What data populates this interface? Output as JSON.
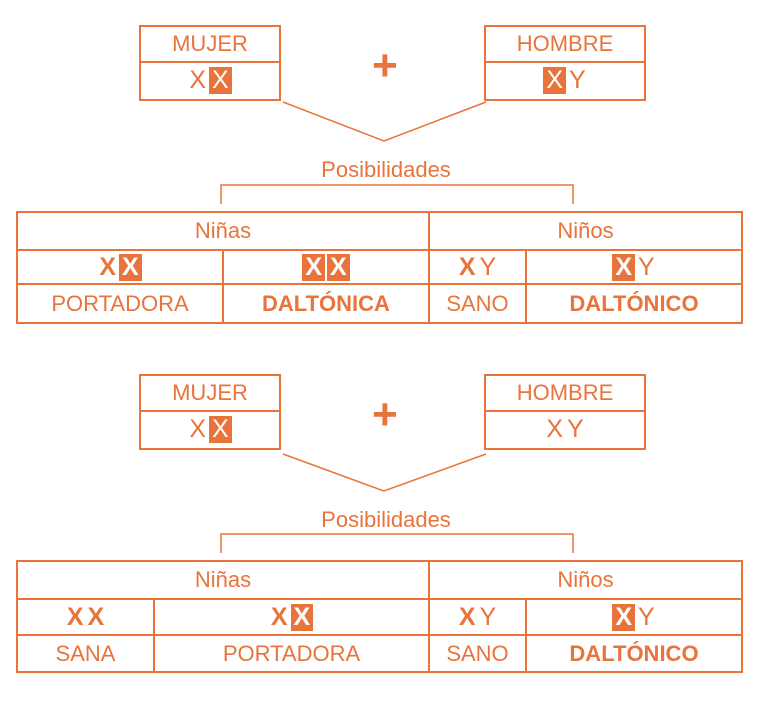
{
  "colors": {
    "accent": "#e8743b",
    "highlight_text": "#ffffff",
    "background": "#ffffff"
  },
  "crosses": [
    {
      "mother": {
        "label": "MUJER",
        "alleles": [
          {
            "t": "X",
            "hl": false
          },
          {
            "t": "X",
            "hl": true
          }
        ]
      },
      "operator": "+",
      "father": {
        "label": "HOMBRE",
        "alleles": [
          {
            "t": "X",
            "hl": true
          },
          {
            "t": "Y",
            "hl": false
          }
        ]
      },
      "possibilities_label": "Posibilidades",
      "girls_label": "Niñas",
      "boys_label": "Niños",
      "offspring": [
        {
          "alleles": [
            {
              "t": "X",
              "hl": false
            },
            {
              "t": "X",
              "hl": true
            }
          ],
          "phenotype": "PORTADORA",
          "bold": false
        },
        {
          "alleles": [
            {
              "t": "X",
              "hl": true
            },
            {
              "t": "X",
              "hl": true
            }
          ],
          "phenotype": "DALTÓNICA",
          "bold": true
        },
        {
          "alleles": [
            {
              "t": "X",
              "hl": false
            },
            {
              "t": "Y",
              "hl": false
            }
          ],
          "phenotype": "SANO",
          "bold": false
        },
        {
          "alleles": [
            {
              "t": "X",
              "hl": true
            },
            {
              "t": "Y",
              "hl": false
            }
          ],
          "phenotype": "DALTÓNICO",
          "bold": true
        }
      ]
    },
    {
      "mother": {
        "label": "MUJER",
        "alleles": [
          {
            "t": "X",
            "hl": false
          },
          {
            "t": "X",
            "hl": true
          }
        ]
      },
      "operator": "+",
      "father": {
        "label": "HOMBRE",
        "alleles": [
          {
            "t": "X",
            "hl": false
          },
          {
            "t": "Y",
            "hl": false
          }
        ]
      },
      "possibilities_label": "Posibilidades",
      "girls_label": "Niñas",
      "boys_label": "Niños",
      "offspring": [
        {
          "alleles": [
            {
              "t": "X",
              "hl": false
            },
            {
              "t": "X",
              "hl": false
            }
          ],
          "phenotype": "SANA",
          "bold": false
        },
        {
          "alleles": [
            {
              "t": "X",
              "hl": false
            },
            {
              "t": "X",
              "hl": true
            }
          ],
          "phenotype": "PORTADORA",
          "bold": false
        },
        {
          "alleles": [
            {
              "t": "X",
              "hl": false
            },
            {
              "t": "Y",
              "hl": false
            }
          ],
          "phenotype": "SANO",
          "bold": false
        },
        {
          "alleles": [
            {
              "t": "X",
              "hl": true
            },
            {
              "t": "Y",
              "hl": false
            }
          ],
          "phenotype": "DALTÓNICO",
          "bold": true
        }
      ]
    }
  ]
}
